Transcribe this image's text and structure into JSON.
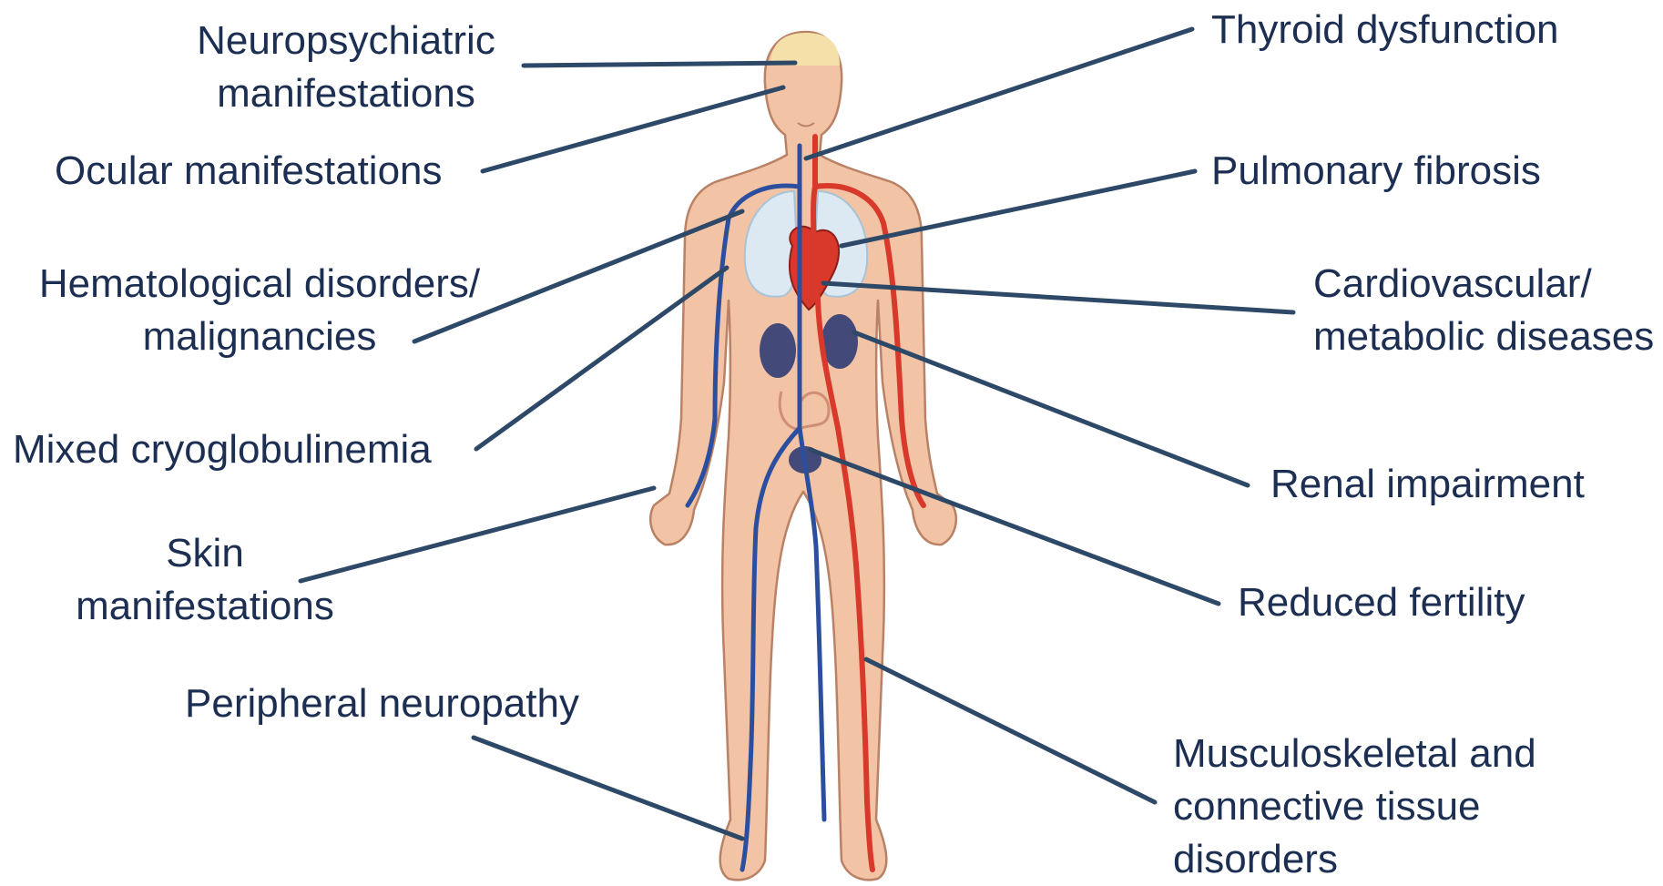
{
  "labels": {
    "neuropsychiatric": [
      "Neuropsychiatric",
      "manifestations"
    ],
    "ocular": [
      "Ocular manifestations"
    ],
    "hematological": [
      "Hematological disorders/",
      "malignancies"
    ],
    "cryoglobulinemia": [
      "Mixed cryoglobulinemia"
    ],
    "skin": [
      "Skin",
      "manifestations"
    ],
    "neuropathy": [
      "Peripheral neuropathy"
    ],
    "thyroid": [
      "Thyroid dysfunction"
    ],
    "pulmonary": [
      "Pulmonary fibrosis"
    ],
    "cardiovascular": [
      "Cardiovascular/",
      "metabolic diseases"
    ],
    "renal": [
      "Renal impairment"
    ],
    "fertility": [
      "Reduced fertility"
    ],
    "musculoskeletal": [
      "Musculoskeletal and",
      "connective tissue",
      "disorders"
    ]
  },
  "colors": {
    "text": "#1c2f52",
    "leader_line": "#2e4868",
    "skin": "#f2c3a4",
    "skin_outline": "#b98266",
    "vein": "#2b4f9e",
    "artery": "#d8392b",
    "lungs": "#dce8f2",
    "kidney": "#434978",
    "brain": "#f6e0aa"
  },
  "icons": {
    "figure": "human-body-circulatory-figure"
  }
}
